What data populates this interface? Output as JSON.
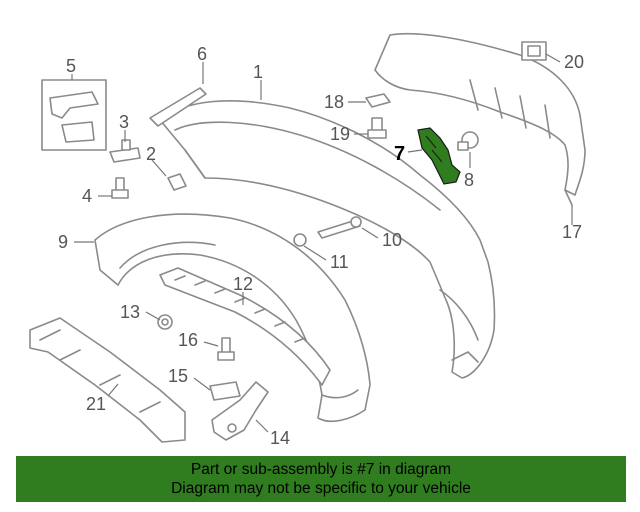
{
  "diagram": {
    "highlight_color": "#2f7d1e",
    "callouts": {
      "c1": "1",
      "c2": "2",
      "c3": "3",
      "c4": "4",
      "c5": "5",
      "c6": "6",
      "c7": "7",
      "c8": "8",
      "c9": "9",
      "c10": "10",
      "c11": "11",
      "c12": "12",
      "c13": "13",
      "c14": "14",
      "c15": "15",
      "c16": "16",
      "c17": "17",
      "c18": "18",
      "c19": "19",
      "c20": "20",
      "c21": "21"
    }
  },
  "banner": {
    "line1": "Part or sub-assembly is #7 in diagram",
    "line2": "Diagram may not be specific to your vehicle",
    "background": "#2f7d1e"
  }
}
